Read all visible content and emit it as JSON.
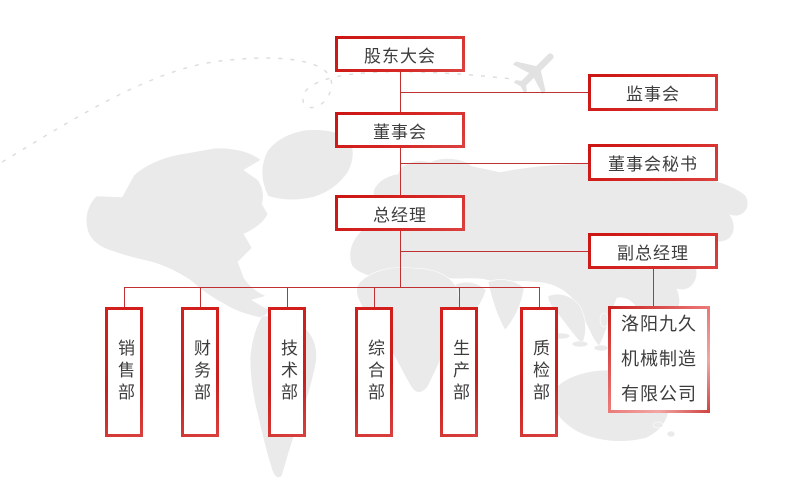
{
  "diagram": {
    "type": "org-chart",
    "nodes": {
      "shareholders_meeting": {
        "label": "股东大会"
      },
      "supervisory_board": {
        "label": "监事会"
      },
      "board_of_directors": {
        "label": "董事会"
      },
      "board_secretary": {
        "label": "董事会秘书"
      },
      "general_manager": {
        "label": "总经理"
      },
      "deputy_general_manager": {
        "label": "副总经理"
      }
    },
    "departments": [
      {
        "label": "销售部"
      },
      {
        "label": "财务部"
      },
      {
        "label": "技术部"
      },
      {
        "label": "综合部"
      },
      {
        "label": "生产部"
      },
      {
        "label": "质检部"
      }
    ],
    "company": {
      "name": "洛阳九久机械制造有限公司",
      "lines": [
        "洛阳九久",
        "机械制造",
        "有限公司"
      ]
    },
    "colors": {
      "box_border_red": "#cb1513",
      "box_border_red_light": "#f2a7a5",
      "connector_red": "#c03131",
      "text_dark": "#3d3d3d",
      "map_gray": "#eaeaea",
      "trail_gray": "#dcdcdc",
      "airplane_gray": "#e2e2e2"
    }
  }
}
